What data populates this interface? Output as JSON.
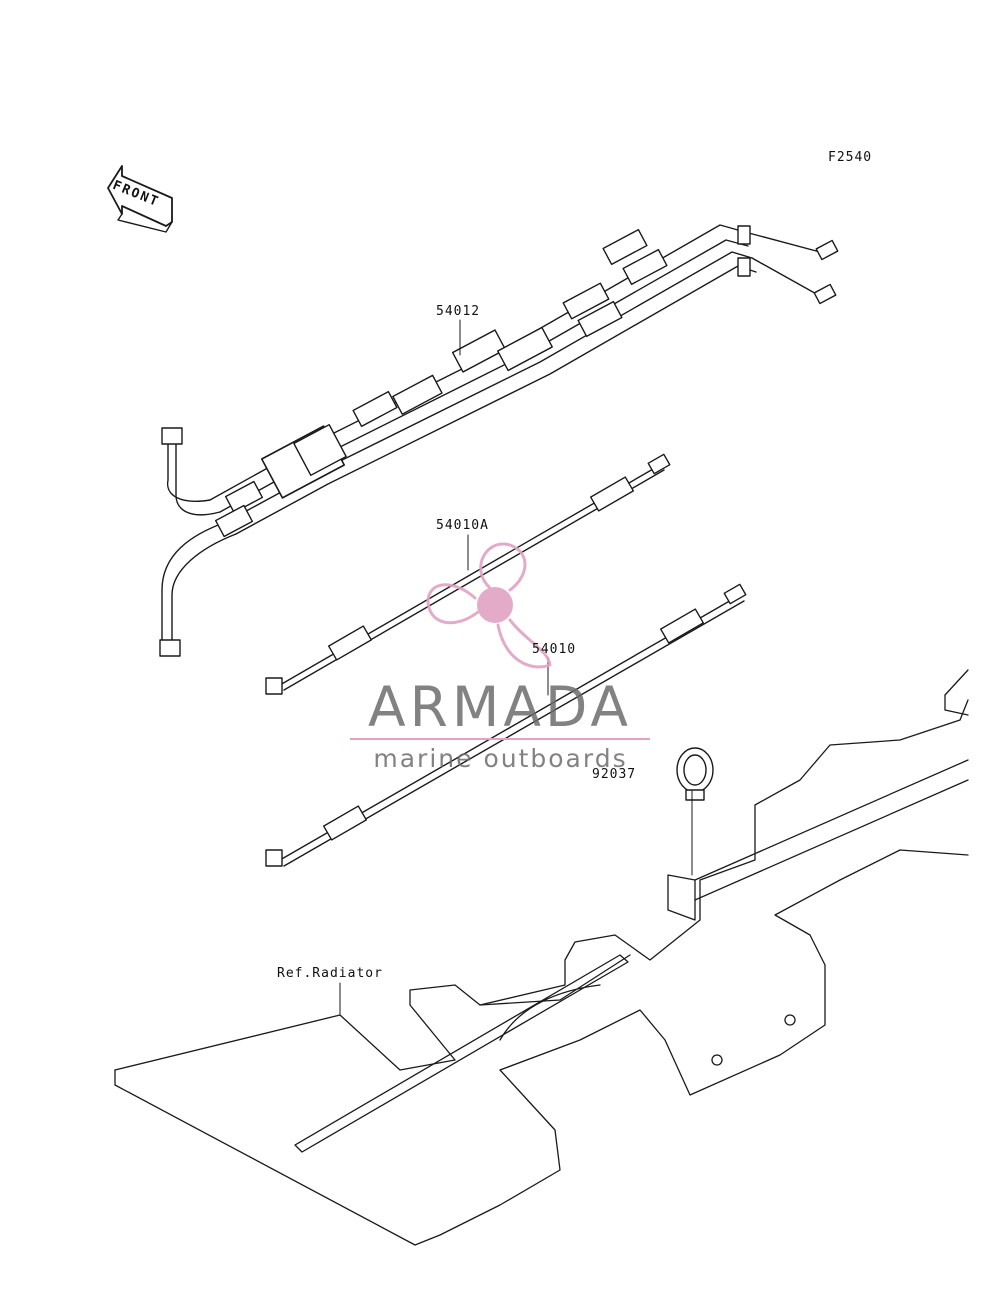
{
  "figure_code": "F2540",
  "front_marker": {
    "text": "FRONT",
    "icon": "front-arrow-icon"
  },
  "callouts": [
    {
      "id": "throttle-cables",
      "text": "54012"
    },
    {
      "id": "choke-cable-a",
      "text": "54010A"
    },
    {
      "id": "choke-cable",
      "text": "54010"
    },
    {
      "id": "cable-clamp",
      "text": "92037"
    },
    {
      "id": "radiator-ref",
      "text": "Ref.Radiator"
    }
  ],
  "watermark": {
    "brand": "ARMADA",
    "tagline": "marine outboards",
    "icon": "propeller-logo-icon",
    "accent_color": "#e1a2c2",
    "text_color": "#6d6d6d"
  },
  "colors": {
    "line": "#1a1a1a",
    "background": "#ffffff"
  }
}
